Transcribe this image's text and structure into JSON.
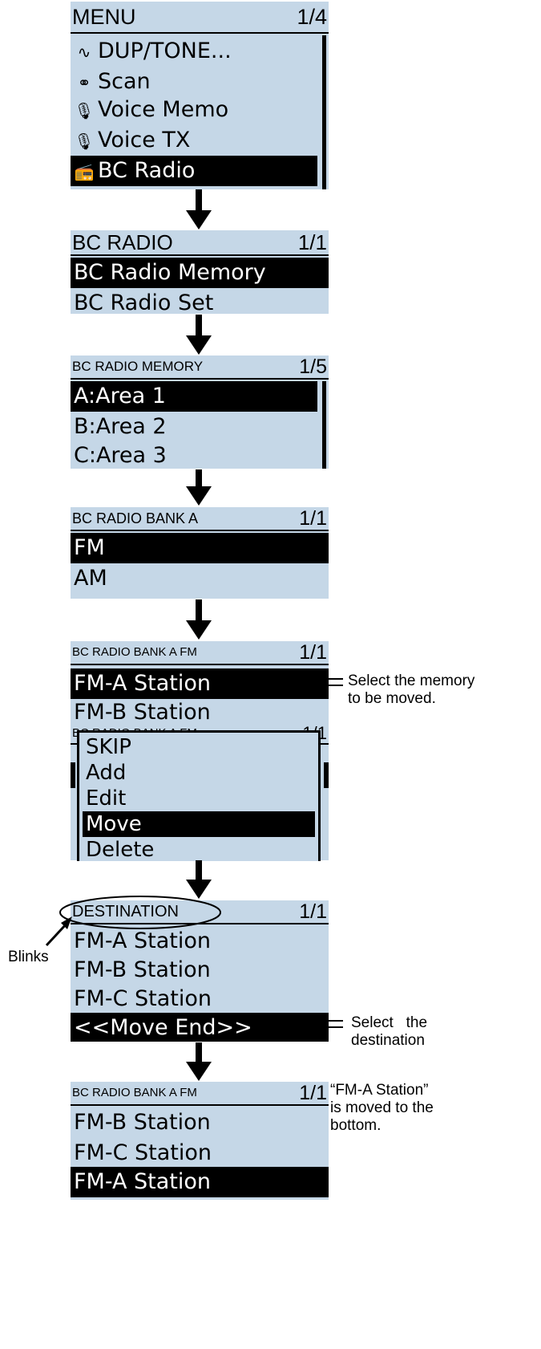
{
  "menu": {
    "title": "MENU",
    "page": "1/4",
    "items": [
      {
        "icon": "dup-tone-icon",
        "glyph": "∿",
        "label": "DUP/TONE..."
      },
      {
        "icon": "binoculars-icon",
        "glyph": "⚭",
        "label": "Scan"
      },
      {
        "icon": "microphone-icon",
        "glyph": "🎙",
        "label": "Voice Memo"
      },
      {
        "icon": "microphone-tx-icon",
        "glyph": "🎙",
        "label": "Voice TX"
      },
      {
        "icon": "radio-icon",
        "glyph": "📻",
        "label": "BC Radio"
      }
    ]
  },
  "bc_radio": {
    "title": "BC RADIO",
    "page": "1/1",
    "items": [
      "BC Radio Memory",
      "BC Radio Set"
    ]
  },
  "bc_radio_memory": {
    "title": "BC RADIO MEMORY",
    "page": "1/5",
    "items": [
      "A:Area 1",
      "B:Area 2",
      "C:Area 3"
    ]
  },
  "bank_a": {
    "title": "BC RADIO BANK A",
    "page": "1/1",
    "items": [
      "FM",
      "AM"
    ]
  },
  "bank_a_fm": {
    "title": "BC RADIO BANK A FM",
    "page": "1/1",
    "items": [
      "FM-A Station",
      "FM-B Station"
    ]
  },
  "popup": {
    "behind_title": "BC RADIO BANK A FM",
    "behind_page": "1/1",
    "items": [
      "SKIP",
      "Add",
      "Edit",
      "Move",
      "Delete"
    ]
  },
  "destination": {
    "title": "DESTINATION",
    "page": "1/1",
    "items": [
      "FM-A Station",
      "FM-B Station",
      "FM-C Station",
      "<<Move End>>"
    ]
  },
  "result": {
    "title": "BC RADIO BANK A FM",
    "page": "1/1",
    "items": [
      "FM-B Station",
      "FM-C Station",
      "FM-A Station"
    ]
  },
  "notes": {
    "select_memory": [
      "Select the memory",
      "to be moved."
    ],
    "blinks": "Blinks",
    "select_destination": [
      "Select   the",
      "destination"
    ],
    "moved": [
      "“FM-A Station”",
      "is moved to the",
      "bottom."
    ]
  }
}
